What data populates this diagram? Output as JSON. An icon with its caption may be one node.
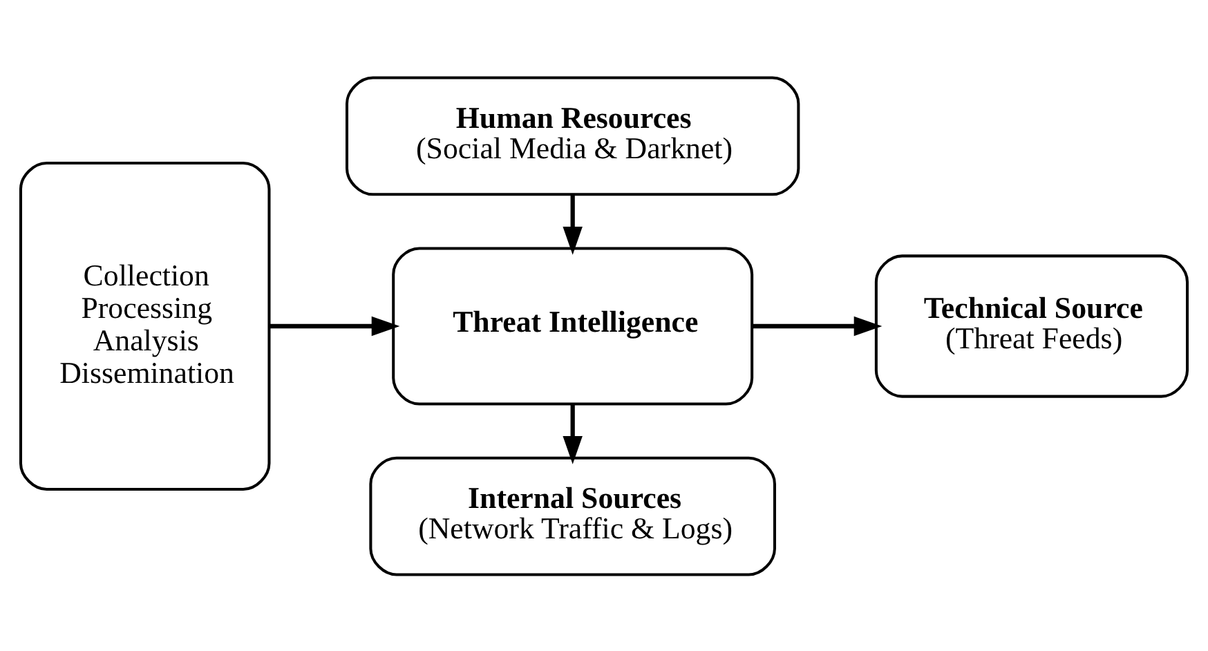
{
  "diagram": {
    "nodes": [
      {
        "text": [
          "Collection",
          "Processing",
          "Analysis",
          "Dissemination"
        ]
      },
      {
        "text": [
          "Internal Sources",
          "(Network Traffic & Logs)"
        ]
      },
      {
        "text": [
          "Threat Intelligence"
        ]
      },
      {
        "text": [
          "Technical Source",
          "(Threat Feeds)"
        ]
      },
      {
        "text": [
          "Human Resources",
          "(Social Media & Darknet)"
        ]
      }
    ],
    "edges": [
      {
        "from": 0,
        "to": 2,
        "arrow": "to"
      },
      {
        "from": 2,
        "to": 1,
        "arrow": "to"
      },
      {
        "from": 2,
        "to": 3,
        "arrow": "to"
      },
      {
        "from": 4,
        "to": 2,
        "arrow": "to"
      }
    ]
  }
}
